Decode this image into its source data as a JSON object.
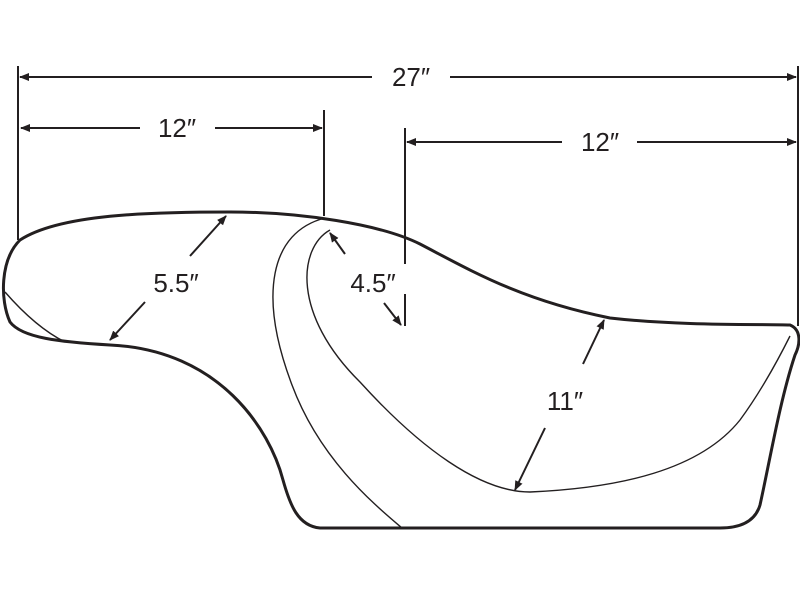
{
  "dimensions": {
    "overall_length": "27″",
    "rear_section_length": "12″",
    "front_section_length": "12″",
    "rear_width": "5.5″",
    "seat_depth": "4.5″",
    "front_width": "11″"
  },
  "colors": {
    "line": "#231f20",
    "background": "#ffffff"
  }
}
